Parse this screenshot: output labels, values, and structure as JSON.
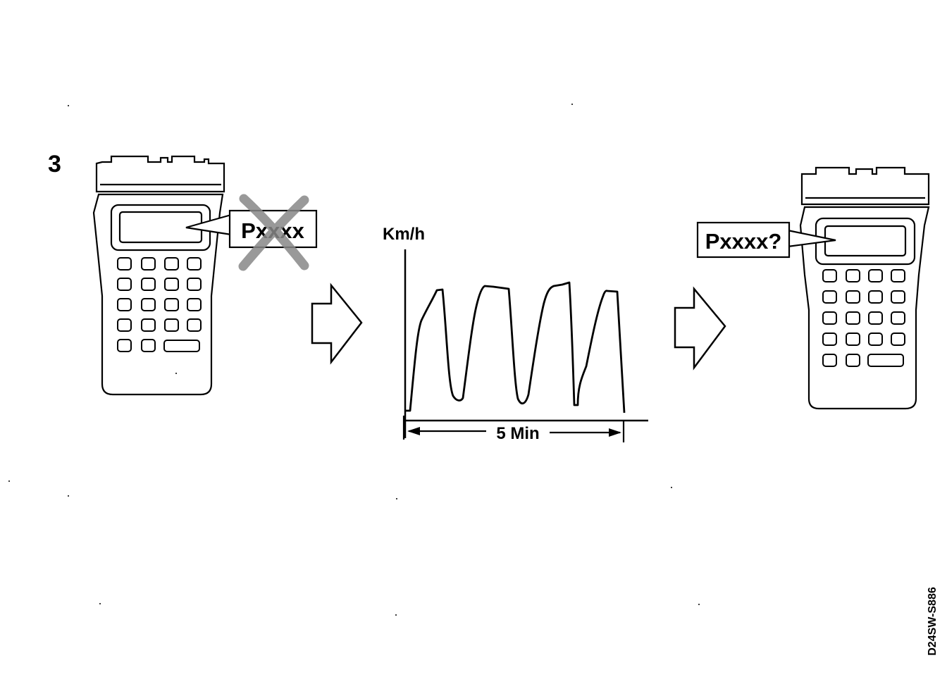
{
  "step_number": "3",
  "left_scanner": {
    "callout_text": "Pxxxx",
    "crossed_out": true
  },
  "speed_graph": {
    "ylabel": "Km/h",
    "duration_label": "5 Min"
  },
  "right_scanner": {
    "callout_text": "Pxxxx?"
  },
  "reference_code": "D24SW-S886",
  "colors": {
    "ink": "#000000",
    "paper": "#ffffff",
    "strike": "#888888"
  }
}
